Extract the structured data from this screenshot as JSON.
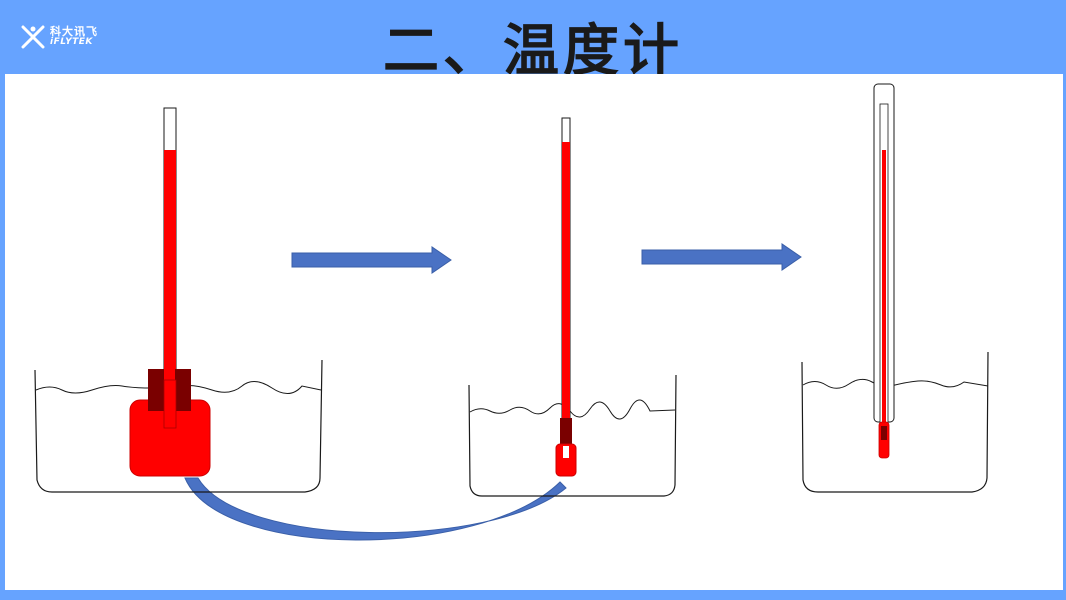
{
  "header": {
    "title": "二、温度计",
    "logo": {
      "cn": "科大讯飞",
      "en": "iFLYTEK",
      "icon": "iflytek-logo-icon"
    }
  },
  "colors": {
    "frame": "#66a3ff",
    "liquid": "#ff0000",
    "liquid_dark": "#7a0000",
    "arrow": "#4a72c4",
    "outline": "#1a1a1a"
  },
  "diagram": {
    "icons": [
      "thermometer-icon",
      "beaker-icon",
      "arrow-right-icon",
      "curved-connector-icon"
    ]
  }
}
